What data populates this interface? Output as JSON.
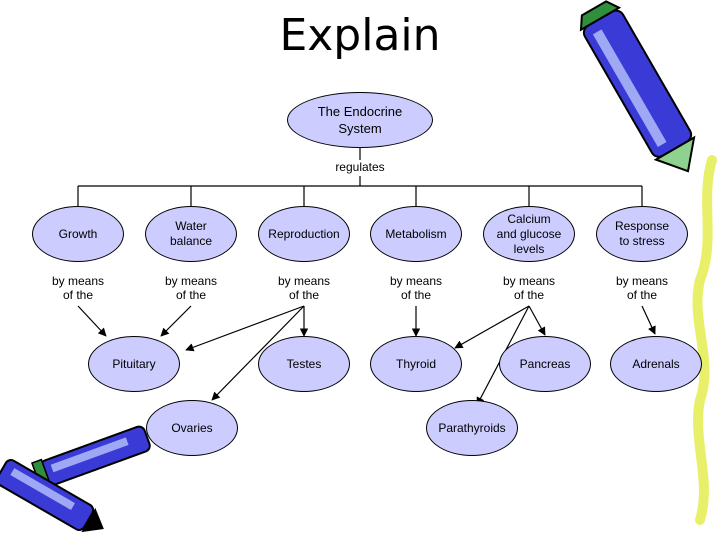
{
  "title": "Explain",
  "root": {
    "label": "The Endocrine\nSystem"
  },
  "relation": "regulates",
  "functions": [
    "Growth",
    "Water\nbalance",
    "Reproduction",
    "Metabolism",
    "Calcium\nand glucose\nlevels",
    "Response\nto stress"
  ],
  "connector_label": "by means\nof the",
  "glands": [
    "Pituitary",
    "Testes",
    "Thyroid",
    "Pancreas",
    "Adrenals",
    "Ovaries",
    "Parathyroids"
  ],
  "colors": {
    "node_fill": "#ccccff",
    "line": "#000000",
    "pen_blue": "#3a3ad6",
    "pen_light": "#9fa8f5",
    "pen_green": "#2f8f3a",
    "highlighter": "#e8f06a"
  },
  "icons": [
    "pen-icon",
    "pens-icon",
    "highlighter-stroke"
  ]
}
